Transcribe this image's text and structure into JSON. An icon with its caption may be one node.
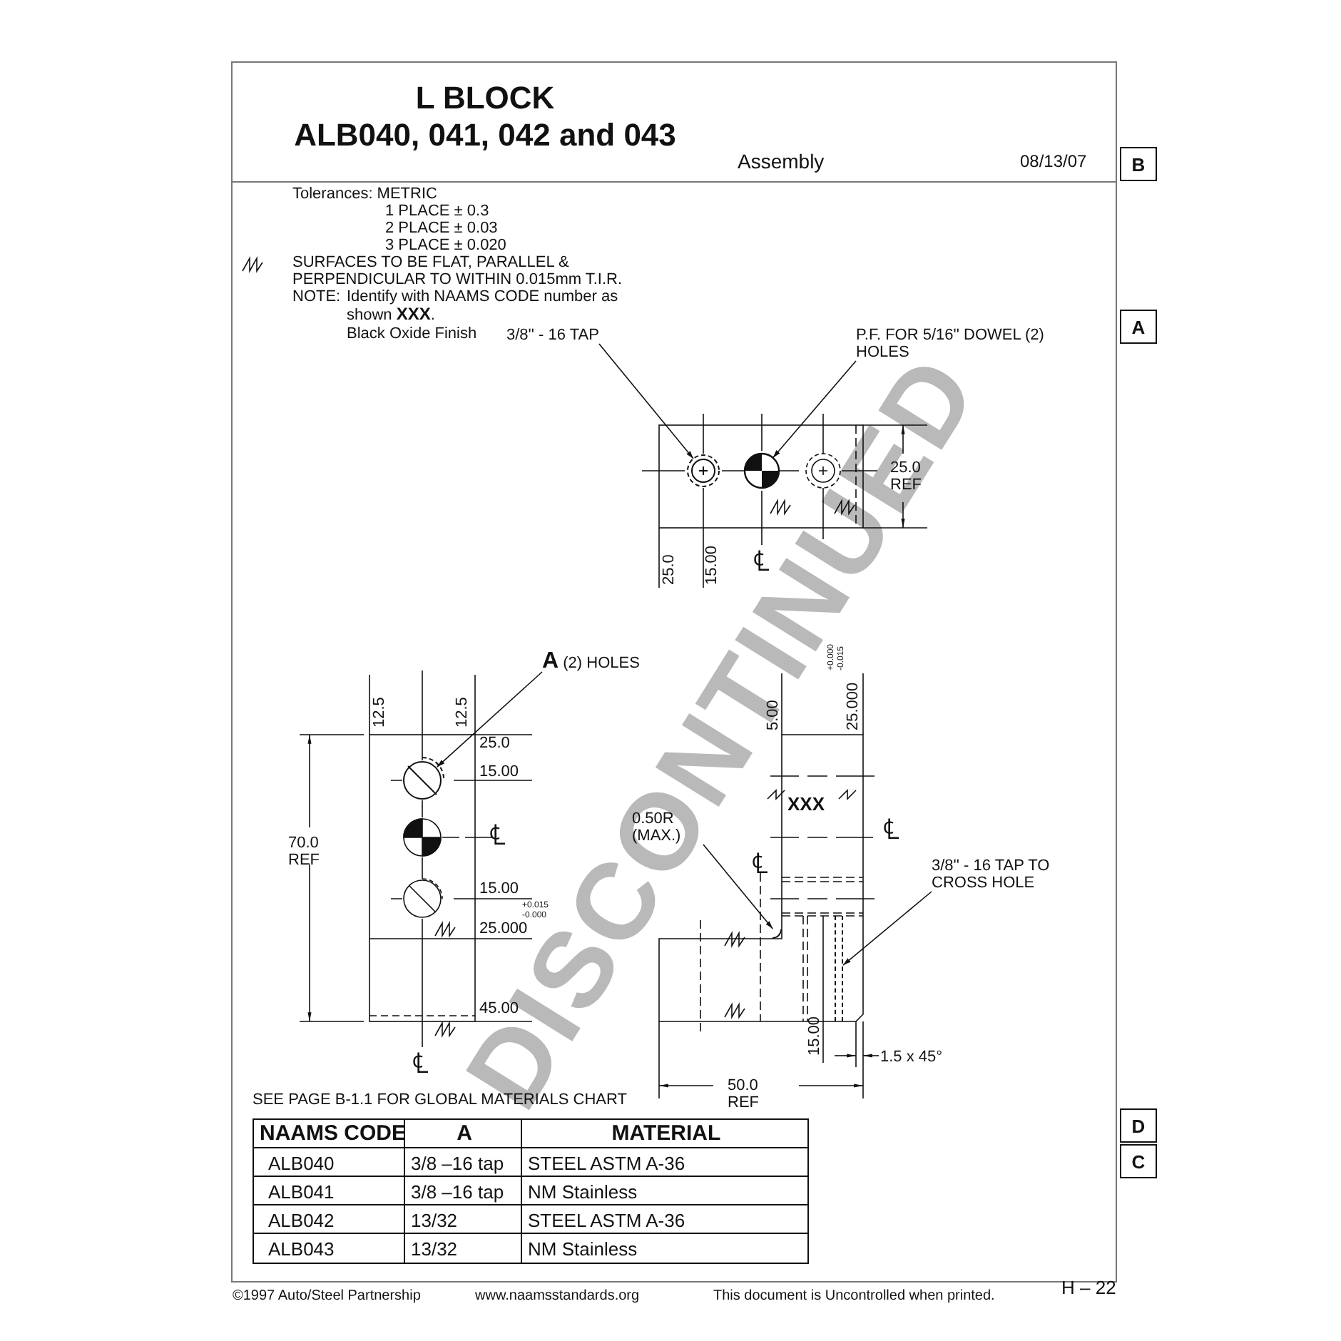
{
  "diagram": {
    "title": "L BLOCK",
    "nodes": [
      {
        "text": [
          "3/8'' - 16 TAP"
        ]
      },
      {
        "text": [],
        "shape": "circle"
      },
      {
        "text": [
          "P.F. FOR 5/16'' DOWEL (2) HOLES"
        ]
      },
      {
        "text": [],
        "shape": "circle"
      },
      {
        "text": [
          "**A** (2) HOLES"
        ]
      },
      {
        "text": [],
        "shape": "circle"
      },
      {
        "text": [
          "0.50R (MAX.)"
        ]
      },
      {
        "text": [
          "3/8'' - 16 TAP TO CROSS HOLE"
        ]
      },
      {
        "text": [
          "B"
        ]
      },
      {
        "text": [
          "A"
        ]
      },
      {
        "text": [
          "D"
        ]
      },
      {
        "text": [
          "C"
        ]
      },
      {
        "text": [],
        "shape": "bar"
      },
      {
        "text": [],
        "shape": "arc"
      }
    ],
    "edges": [
      {
        "from": 0,
        "to": 1,
        "arrow": "to"
      },
      {
        "from": 2,
        "to": 3,
        "arrow": "to"
      },
      {
        "from": 4,
        "to": 5,
        "arrow": "to"
      },
      {
        "from": 6,
        "to": 13,
        "arrow": "to"
      },
      {
        "from": 7,
        "to": 12,
        "arrow": "to"
      }
    ],
    "labels": [
      "ALB040, 041, 042 and 043",
      "Assembly",
      "08/13/07",
      "Tolerances: METRIC",
      "1 PLACE ± 0.3",
      "2 PLACE ± 0.03",
      "3 PLACE ± 0.020",
      "SURFACES TO BE FLAT, PARALLEL & PERPENDICULAR TO WITHIN 0.015mm T.I.R.",
      "NOTE:",
      "Identify with NAAMS CODE number as shown **XXX**.",
      "Black Oxide Finish",
      "25.0 REF",
      "25.0",
      "15.00",
      "℄",
      "12.5",
      "12.5",
      "70.0 REF",
      "25.0",
      "15.00",
      "℄",
      "15.00",
      "+0.015 -0.000",
      "25.000",
      "45.00",
      "℄",
      "5.00",
      "25.000",
      "+0.000 -0.015",
      "XXX",
      "℄",
      "℄",
      "15.00",
      "1.5 x 45°",
      "50.0 REF",
      "SEE PAGE B-1.1 FOR GLOBAL MATERIALS CHART",
      "NAAMS CODE",
      "A",
      "MATERIAL",
      "ALB040",
      "3/8 –16 tap",
      "STEEL ASTM A-36",
      "ALB041",
      "3/8 –16 tap",
      "NM Stainless",
      "ALB042",
      "13/32",
      "STEEL ASTM A-36",
      "ALB043",
      "13/32",
      "NM Stainless",
      "©1997 Auto/Steel Partnership",
      "www.naamsstandards.org",
      "This document is Uncontrolled when printed.",
      "H – 22",
      "DISCONTINUED"
    ]
  }
}
